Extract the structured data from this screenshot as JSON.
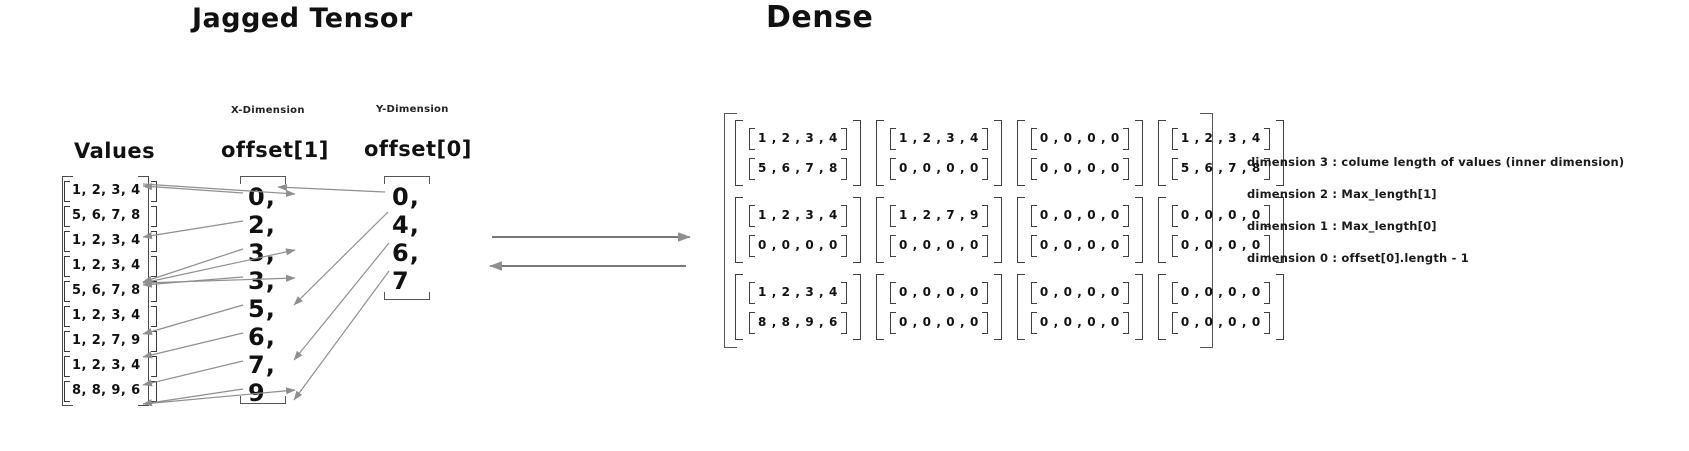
{
  "titles": {
    "jagged": "Jagged Tensor",
    "dense": "Dense"
  },
  "jagged": {
    "values_heading": "Values",
    "values": [
      "1, 2, 3, 4",
      "5, 6, 7, 8",
      "1, 2, 3, 4",
      "1, 2, 3, 4",
      "5, 6, 7, 8",
      "1, 2, 3, 4",
      "1, 2, 7, 9",
      "1, 2, 3, 4",
      "8, 8, 9, 6"
    ],
    "offset1": {
      "dimension_label": "X-Dimension",
      "heading": "offset[1]",
      "items": [
        "0,",
        "2,",
        "3,",
        "3,",
        "5,",
        "6,",
        "7,",
        "9"
      ]
    },
    "offset0": {
      "dimension_label": "Y-Dimension",
      "heading": "offset[0]",
      "items": [
        "0,",
        "4,",
        "6,",
        "7"
      ]
    }
  },
  "dense": {
    "matrix": [
      [
        [
          "1 , 2 , 3 , 4",
          "5 , 6 , 7 , 8"
        ],
        [
          "1 , 2 , 3 , 4",
          "0 , 0 , 0 , 0"
        ],
        [
          "0 , 0 , 0 , 0",
          "0 , 0 , 0 , 0"
        ],
        [
          "1 , 2 , 3 , 4",
          "5 , 6 , 7 , 8"
        ]
      ],
      [
        [
          "1 , 2 , 3 , 4",
          "0 , 0 , 0 , 0"
        ],
        [
          "1 , 2 , 7 , 9",
          "0 , 0 , 0 , 0"
        ],
        [
          "0 , 0 , 0 , 0",
          "0 , 0 , 0 , 0"
        ],
        [
          "0 , 0 , 0 , 0",
          "0 , 0 , 0 , 0"
        ]
      ],
      [
        [
          "1 , 2 , 3 , 4",
          "8 , 8 , 9 , 6"
        ],
        [
          "0 , 0 , 0 , 0",
          "0 , 0 , 0 , 0"
        ],
        [
          "0 , 0 , 0 , 0",
          "0 , 0 , 0 , 0"
        ],
        [
          "0 , 0 , 0 , 0",
          "0 , 0 , 0 , 0"
        ]
      ]
    ]
  },
  "legend": {
    "lines": [
      "dimension 3 : colume length of values (inner dimension)",
      "dimension 2 : Max_length[1]",
      "dimension 1  : Max_length[0]",
      "dimension 0 : offset[0].length - 1"
    ]
  },
  "colors": {
    "ink": "#111111",
    "arrow": "#8c8c8c",
    "bracket": "#4a4a4a",
    "background": "#ffffff"
  }
}
